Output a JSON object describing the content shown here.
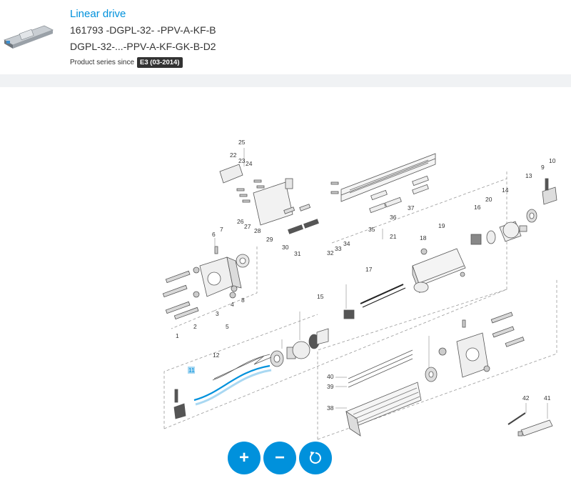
{
  "product": {
    "title": "Linear drive",
    "part_line": "161793 -DGPL-32- -PPV-A-KF-B",
    "type_line": "DGPL-32-...-PPV-A-KF-GK-B-D2",
    "series_label": "Product series since",
    "series_badge": "E3 (03-2014)"
  },
  "drawing": {
    "labels": [
      "25",
      "22",
      "23",
      "24",
      "26",
      "27",
      "28",
      "29",
      "30",
      "31",
      "32",
      "33",
      "34",
      "35",
      "36",
      "37",
      "21",
      "18",
      "19",
      "16",
      "20",
      "14",
      "13",
      "9",
      "10",
      "6",
      "7",
      "5",
      "3",
      "4",
      "8",
      "2",
      "1",
      "17",
      "15",
      "12",
      "11",
      "40",
      "39",
      "38",
      "42",
      "41"
    ],
    "highlighted_label": "11"
  },
  "controls": {
    "zoom_in": "+",
    "zoom_out": "−",
    "reset_icon": "reset-icon"
  },
  "colors": {
    "accent": "#0091dc",
    "highlight": "#a9d8f2"
  }
}
